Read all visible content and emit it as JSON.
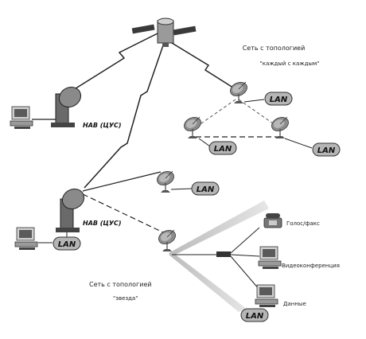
{
  "hubs": {
    "top": "НАВ (ЦУС)",
    "bottom": "НАВ (ЦУС)"
  },
  "mesh_network": {
    "line1": "Сеть с топологией",
    "line2": "\"каждый с каждым\""
  },
  "star_network": {
    "line1": "Сеть с топологией",
    "line2": "\"звезда\""
  },
  "lan_label": "LAN",
  "endpoints": {
    "voice_fax": "Голос/факс",
    "video_conference": "Видеоконференция",
    "data": "Данные"
  }
}
